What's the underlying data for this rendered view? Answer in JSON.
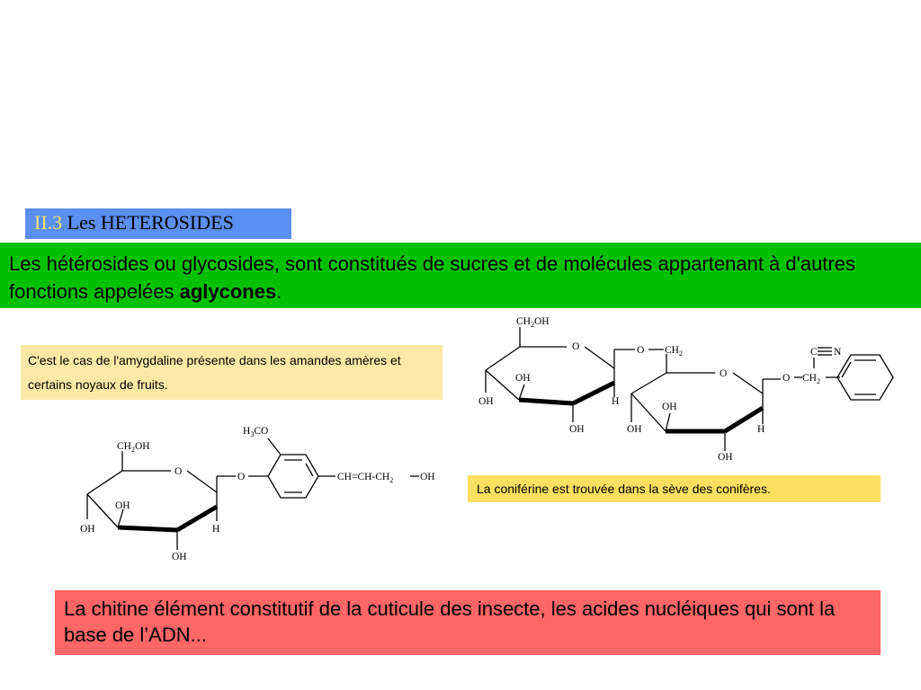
{
  "section": {
    "number": "II.3",
    "title": "Les HETEROSIDES"
  },
  "intro": {
    "text_before": "Les hétérosides ou glycosides, sont constitués de sucres et de molécules appartenant à d'autres fonctions appelées ",
    "bold_term": "aglycones",
    "text_after": "."
  },
  "amygdalin_note": "C'est le cas de l'amygdaline présente dans les amandes amères et certains noyaux de fruits.",
  "coniferin_note": "La coniférine est trouvée dans la sève des conifères.",
  "chitin_note": "La chitine élément constitutif de la cuticule des insecte, les acides nucléiques qui sont la base de l’ADN...",
  "structure_labels": {
    "ch2oh": "CH",
    "sub_2": "2",
    "oh_suffix": "OH",
    "ring_o": "O",
    "oh": "OH",
    "h": "H",
    "ether_o": "O",
    "ch2": "CH",
    "cn_c": "C",
    "cn_n": "N",
    "h3co_h": "H",
    "sub_3": "3",
    "co": "CO",
    "side_chain_a": "CH=CH-CH",
    "side_chain_b": "OH"
  },
  "colors": {
    "title_bg": "#5b8ff1",
    "title_number": "#f5e26a",
    "green_bar": "#00c000",
    "amygdalin_bg": "#fde9a6",
    "coniferin_bg": "#fde05f",
    "chitin_bg": "#ff6666"
  }
}
